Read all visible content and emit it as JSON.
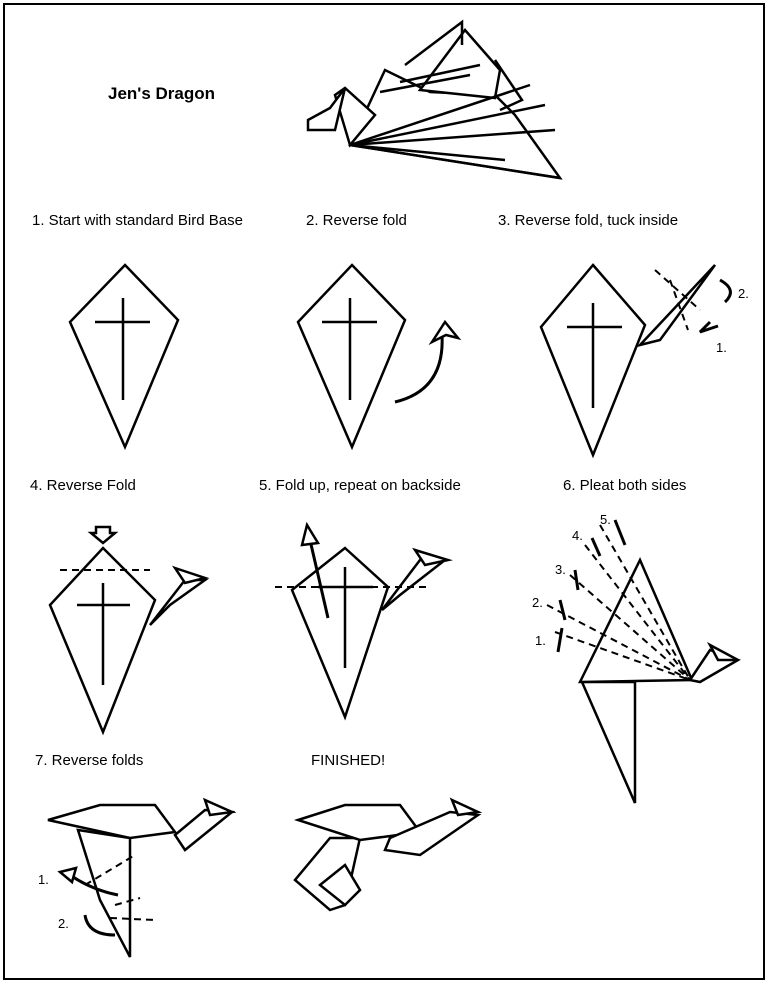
{
  "title": "Jen's Dragon",
  "steps": [
    {
      "label": "1. Start with standard Bird Base"
    },
    {
      "label": "2. Reverse fold"
    },
    {
      "label": "3. Reverse fold, tuck inside"
    },
    {
      "label": "4. Reverse Fold"
    },
    {
      "label": "5. Fold up, repeat on backside"
    },
    {
      "label": "6. Pleat both sides"
    },
    {
      "label": "7. Reverse folds"
    },
    {
      "label": "FINISHED!"
    }
  ],
  "step3_marks": [
    "1.",
    "2."
  ],
  "step6_marks": [
    "1.",
    "2.",
    "3.",
    "4.",
    "5."
  ],
  "step7_marks": [
    "1.",
    "2."
  ]
}
